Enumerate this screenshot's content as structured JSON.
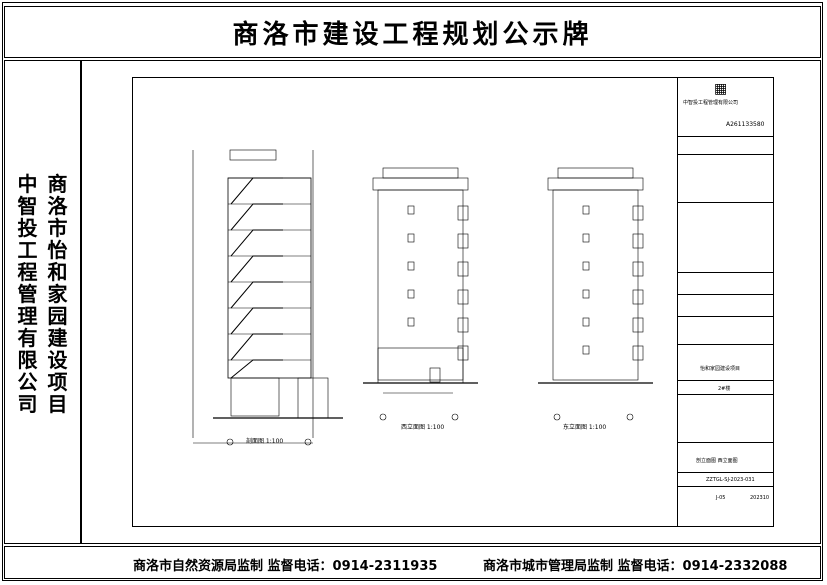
{
  "header": {
    "title": "商洛市建设工程规划公示牌"
  },
  "sidebar": {
    "company": "中智投工程管理有限公司",
    "project": "商洛市怡和家园建设项目"
  },
  "footer": {
    "left": "商洛市自然资源局监制  监督电话：0914-2311935",
    "right": "商洛市城市管理局监制  监督电话：0914-2332088"
  },
  "drawing": {
    "section_label": "剖面图 1:100",
    "west_label": "西立面图 1:100",
    "east_label": "东立面图 1:100",
    "section_scale": "1:100"
  },
  "title_block": {
    "company": "中智投工程管理有限公司",
    "cert_no": "A261133580",
    "project_name": "怡和家园建设项目",
    "building": "2#楼",
    "drawing_name": "剖立面图 西立面图",
    "drawing_no": "ZZTGL-SJ-2023-031",
    "sheet": "J-05",
    "date": "202310"
  }
}
